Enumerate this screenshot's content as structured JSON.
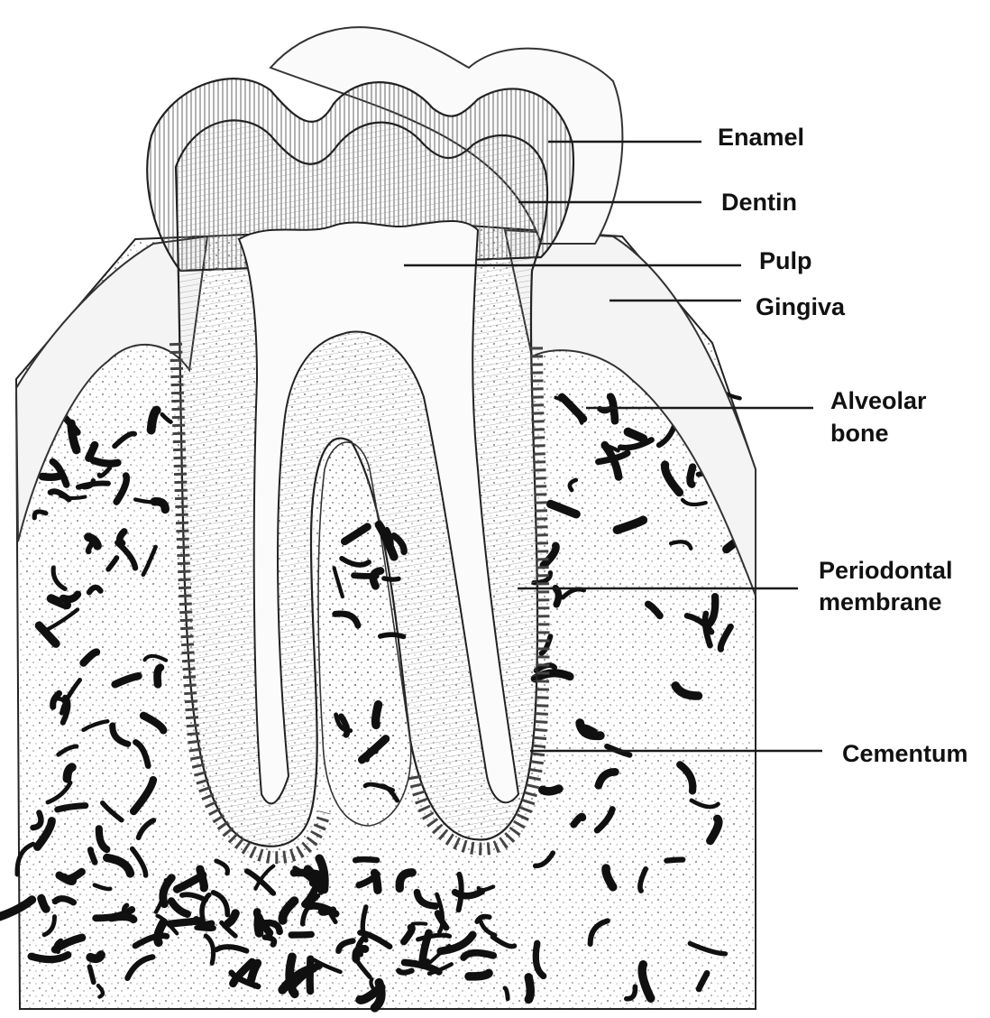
{
  "labels": {
    "enamel": "Enamel",
    "dentin": "Dentin",
    "pulp": "Pulp",
    "gingiva": "Gingiva",
    "alveolar_bone_1": "Alveolar",
    "alveolar_bone_2": "bone",
    "periodontal_1": "Periodontal",
    "periodontal_2": "membrane",
    "cementum": "Cementum"
  },
  "colors": {
    "line": "#1a1a1a",
    "bone_pore": "#101010",
    "tissue": "#f3f3f3",
    "background": "#ffffff"
  }
}
